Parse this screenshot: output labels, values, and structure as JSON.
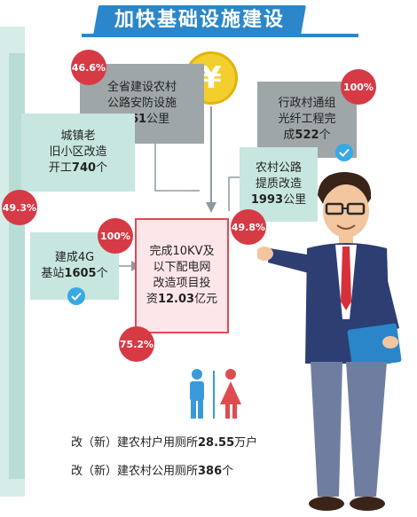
{
  "title": "加快基础设施建设",
  "coin_symbol": "¥",
  "cards": {
    "highway": {
      "line1": "全省建设农村",
      "line2": "公路安防设施",
      "num": "4661",
      "unit": "公里",
      "badge": "46.6%"
    },
    "oldtown": {
      "line1": "城镇老",
      "line2": "旧小区改造",
      "pre": "开工",
      "num": "740",
      "unit": "个",
      "badge": "49.3%"
    },
    "admin_village": {
      "line1": "行政村通组",
      "line2": "光纤工程完",
      "pre": "成",
      "num": "522",
      "unit": "个",
      "badge": "100%"
    },
    "rural_road": {
      "line1": "农村公路",
      "line2": "提质改造",
      "num": "1993",
      "unit": "公里",
      "badge": "49.8%"
    },
    "g4": {
      "line1": "建成4G",
      "pre": "基站",
      "num": "1605",
      "unit": "个",
      "badge": "100%"
    },
    "power": {
      "line1": "完成10KV及",
      "line2": "以下配电网",
      "line3": "改造项目投",
      "pre": "资",
      "num": "12.03",
      "unit": "亿元",
      "badge": "75.2%"
    }
  },
  "stats": [
    {
      "pre": "改（新）建农村户用厕所",
      "num": "28.55",
      "unit": "万户"
    },
    {
      "pre": "改（新）建农村公用厕所",
      "num": "386",
      "unit": "个"
    }
  ],
  "colors": {
    "accent": "#2b87c9",
    "badge": "#d63a45",
    "coin": "#f2cf2e"
  },
  "icons": [
    "yuan-coin-icon",
    "check-icon",
    "male-icon",
    "female-icon",
    "businessman-illustration"
  ]
}
